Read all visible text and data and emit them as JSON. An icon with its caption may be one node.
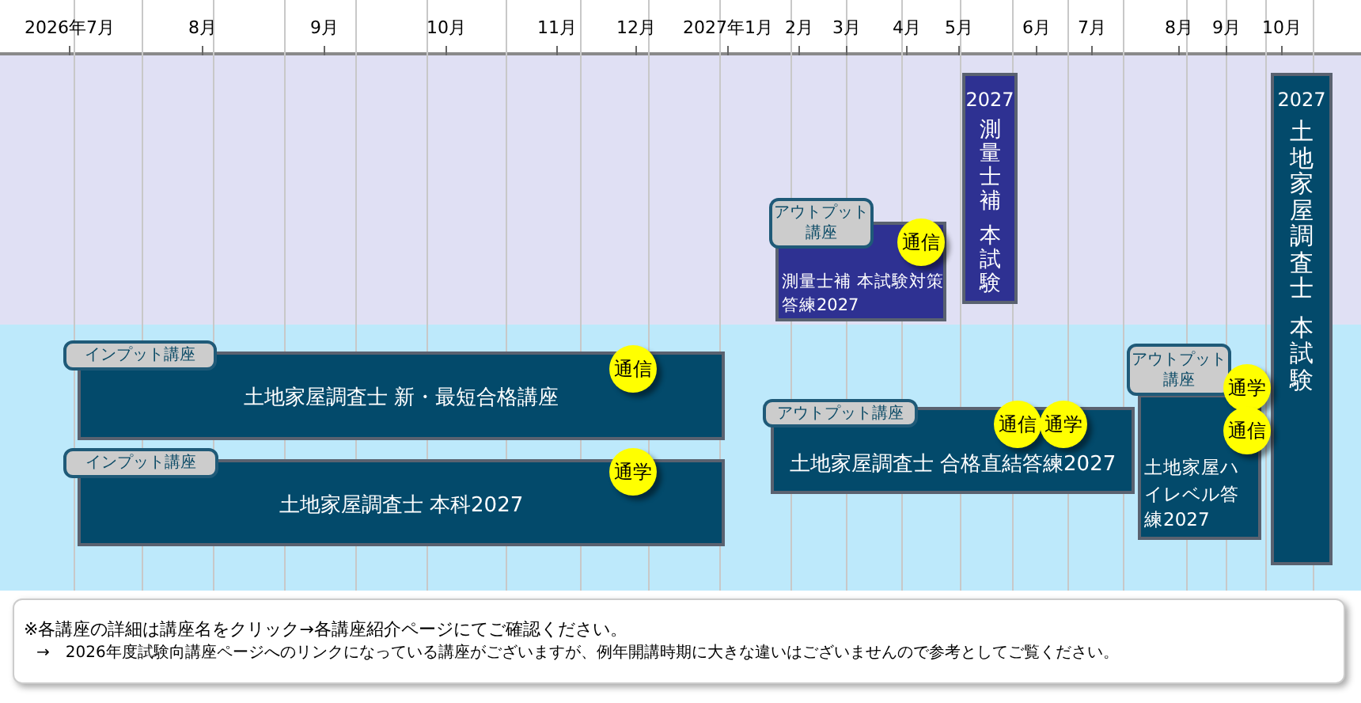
{
  "diagram": {
    "nodes": [
      {
        "text": [
          "アウトプット講座",
          "測量士補 本試験対策答練2027"
        ]
      },
      {
        "text": [
          "通信"
        ],
        "in": 0
      },
      {
        "text": [
          "2027",
          "測量士補",
          "本試験"
        ]
      },
      {
        "text": [
          "2027",
          "土地家屋調査士",
          "本試験"
        ]
      },
      {
        "text": [
          "インプット講座",
          "土地家屋調査士 新・最短合格講座"
        ]
      },
      {
        "text": [
          "通信"
        ]
      },
      {
        "text": [
          "インプット講座",
          "土地家屋調査士 本科2027"
        ]
      },
      {
        "text": [
          "通学"
        ]
      },
      {
        "text": [
          "アウトプット講座",
          "土地家屋調査士 合格直結答練2027"
        ]
      },
      {
        "text": [
          "通信"
        ]
      },
      {
        "text": [
          "通学"
        ]
      },
      {
        "text": [
          "アウトプット講座",
          "土地家屋ハイレベル答練2027"
        ]
      },
      {
        "text": [
          "通学"
        ]
      },
      {
        "text": [
          "通信"
        ]
      }
    ],
    "labels": [
      "2026年7月",
      "8月",
      "9月",
      "10月",
      "11月",
      "12月",
      "2027年1月",
      "2月",
      "3月",
      "4月",
      "5月",
      "6月",
      "7月",
      "8月",
      "9月",
      "10月",
      "※各講座の詳細は講座名をクリック→各講座紹介ページにてご確認ください。",
      "→　2026年度試験向講座ページへのリンクになっている講座がございますが、例年開講時期に大きな違いはございませんので参考としてご覧ください。"
    ]
  }
}
